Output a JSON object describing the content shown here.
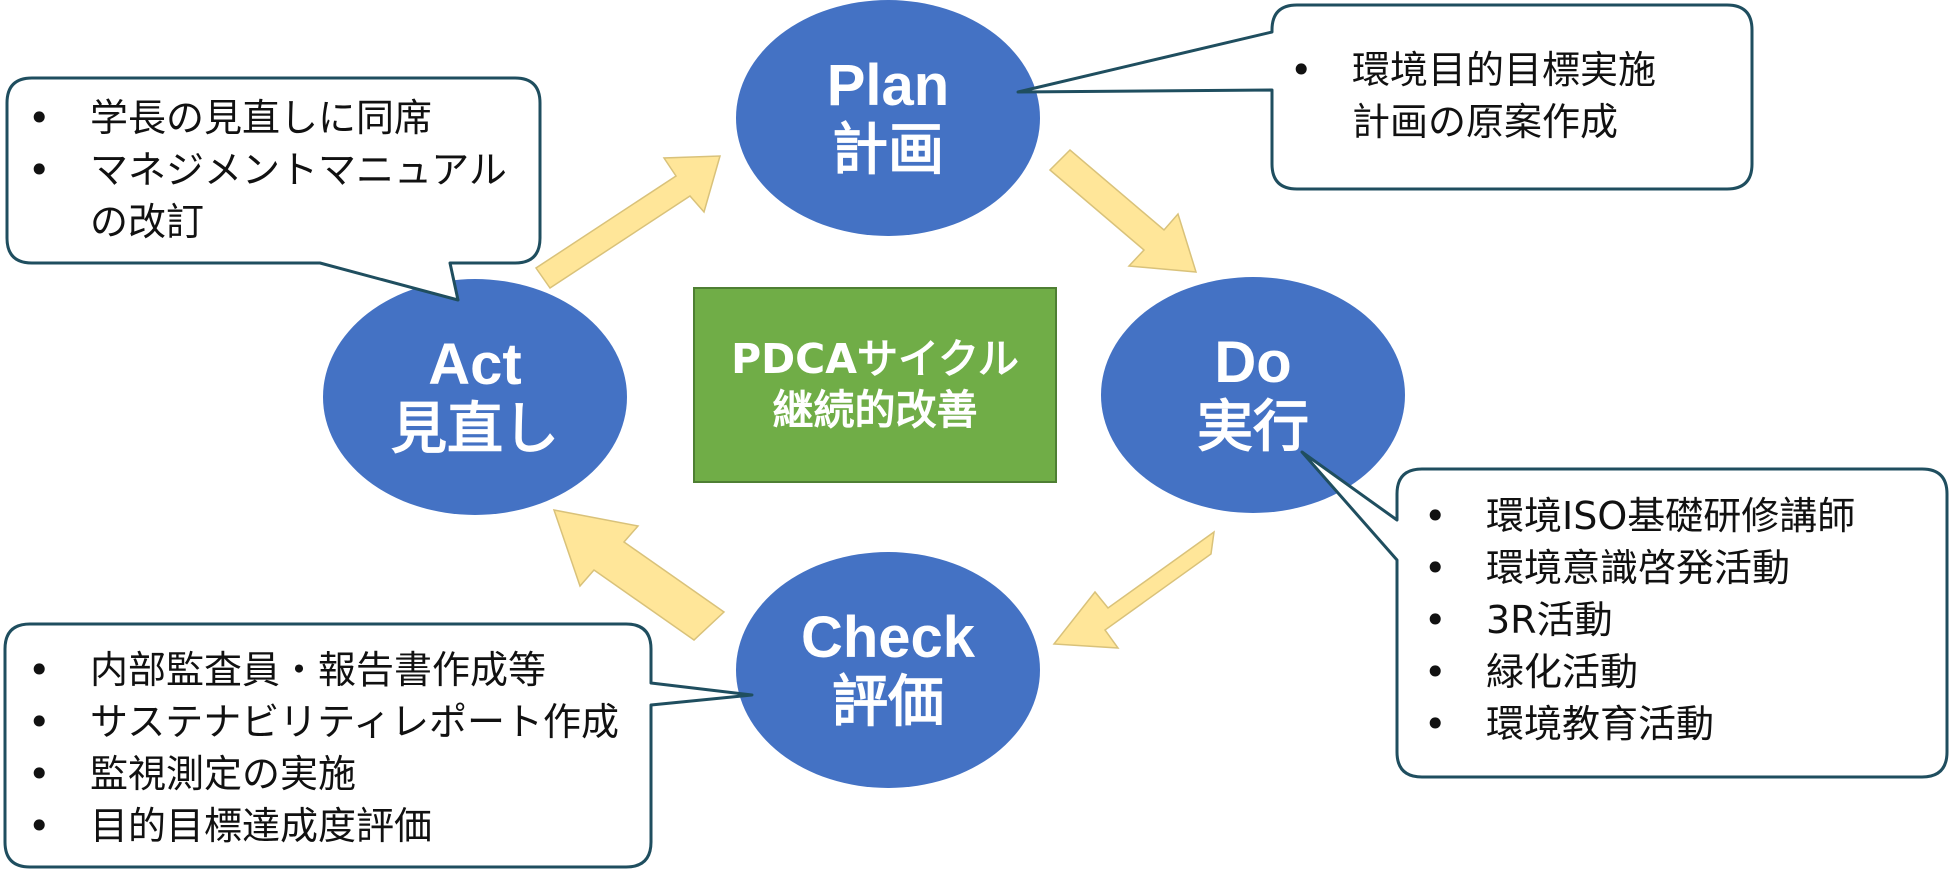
{
  "diagram": {
    "center": {
      "line1": "PDCAサイクル",
      "line2": "継続的改善"
    },
    "nodes": {
      "plan": {
        "en": "Plan",
        "ja": "計画"
      },
      "do": {
        "en": "Do",
        "ja": "実行"
      },
      "check": {
        "en": "Check",
        "ja": "評価"
      },
      "act": {
        "en": "Act",
        "ja": "見直し"
      }
    },
    "callouts": {
      "plan": [
        "環境目的目標実施",
        "計画の原案作成"
      ],
      "act": [
        "学長の見直しに同席",
        "マネジメントマニュアル",
        "の改訂"
      ],
      "do": [
        "環境ISO基礎研修講師",
        "環境意識啓発活動",
        "3R活動",
        "緑化活動",
        "環境教育活動"
      ],
      "check": [
        "内部監査員・報告書作成等",
        "サステナビリティレポート作成",
        "監視測定の実施",
        "目的目標達成度評価"
      ]
    },
    "colors": {
      "node_fill": "#4472C4",
      "center_fill": "#70AD47",
      "arrow_fill": "#FFE699",
      "callout_border": "#1F4E5F"
    }
  }
}
